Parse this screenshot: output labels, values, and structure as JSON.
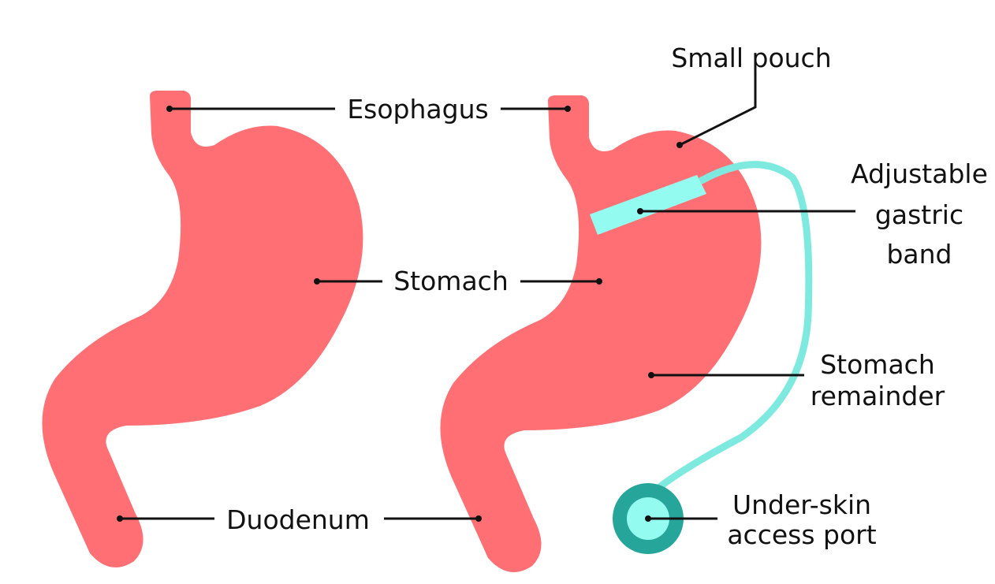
{
  "labels": {
    "esophagus": "Esophagus",
    "stomach": "Stomach",
    "duodenum": "Duodenum",
    "small_pouch": "Small pouch",
    "band": [
      "Adjustable",
      "gastric",
      "band"
    ],
    "remainder": [
      "Stomach",
      "remainder"
    ],
    "port": [
      "Under-skin",
      "access port"
    ]
  },
  "colors": {
    "stomach": "#ff6f73",
    "band": "#93fbef",
    "tube": "#7eeadf",
    "port_outer": "#26a69a",
    "line": "#111111"
  }
}
